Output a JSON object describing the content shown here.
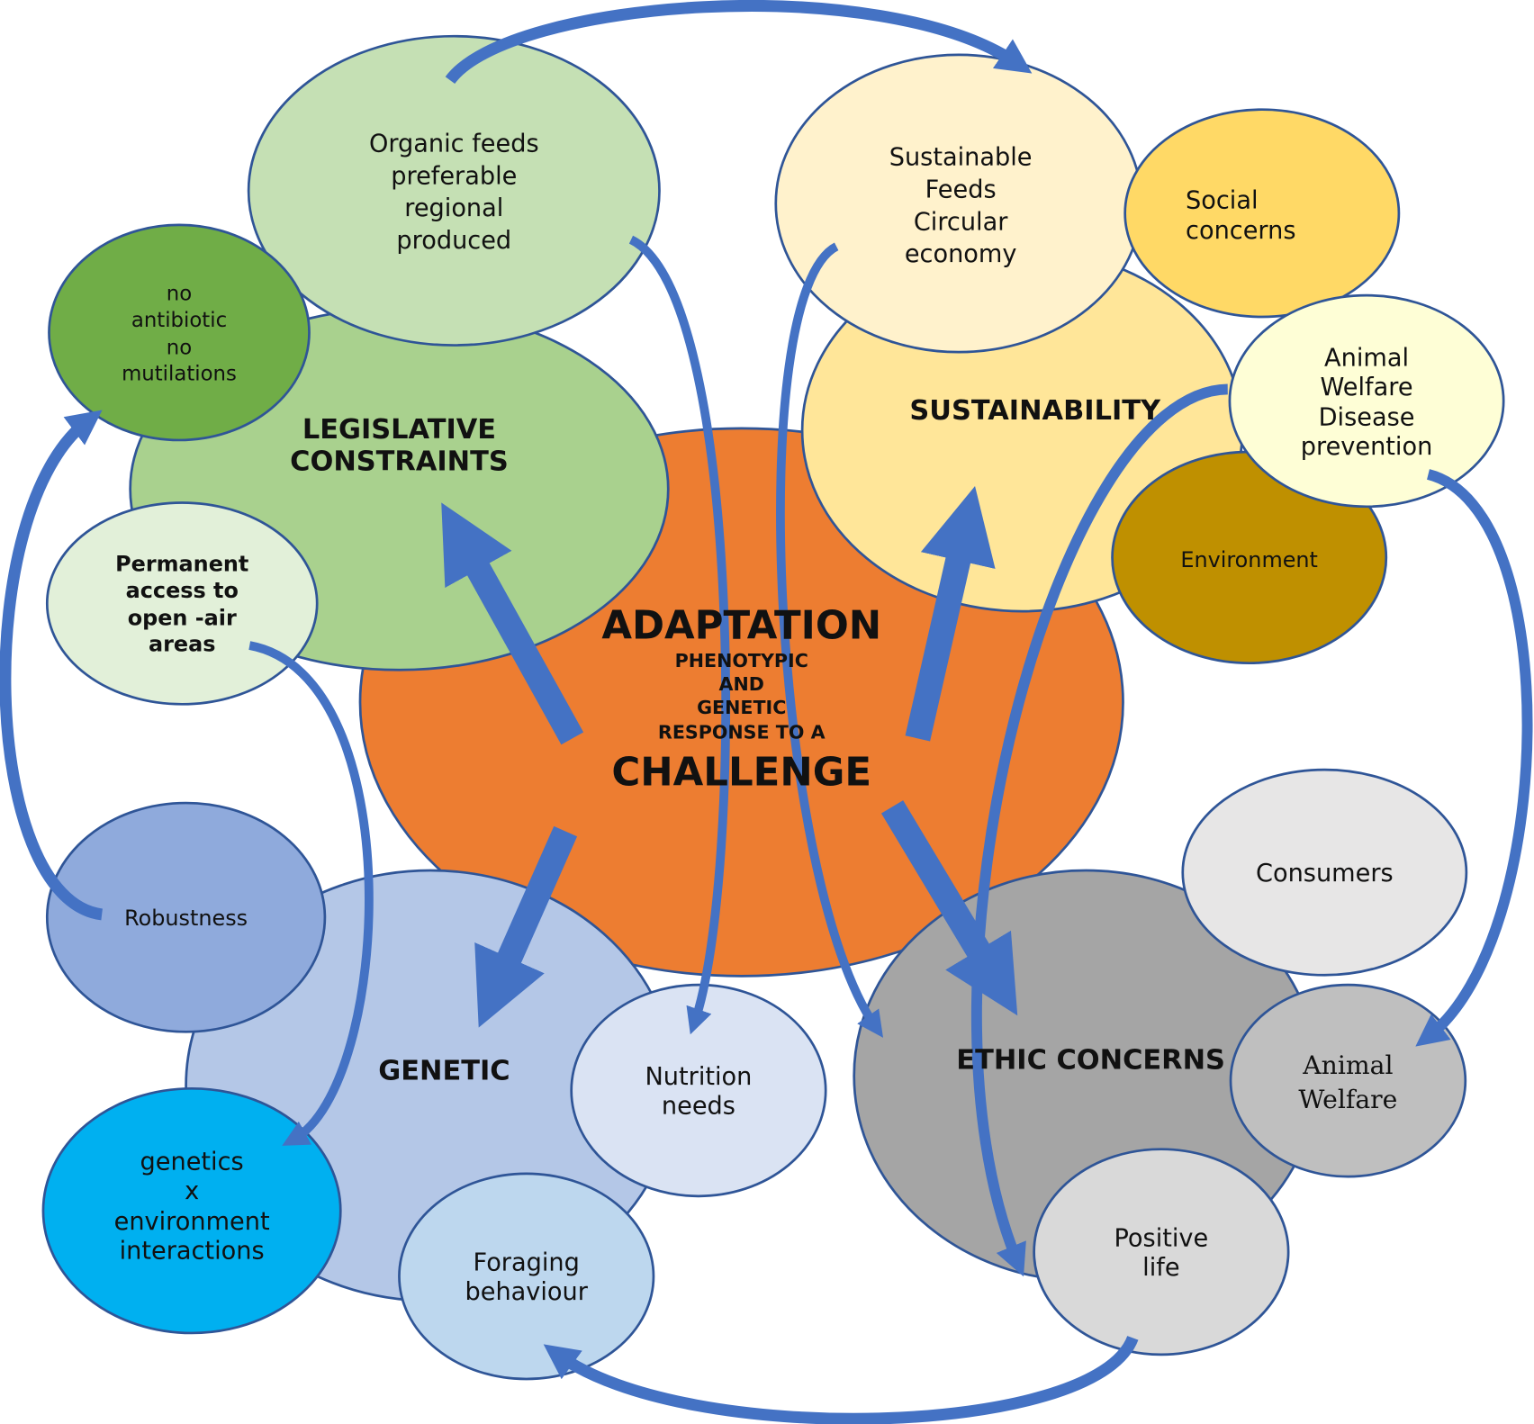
{
  "colors": {
    "arrow": "#4472c4",
    "outline": "#2f5597",
    "center": "#ed7d31",
    "legislative": "#a9d18e",
    "sustainability": "#ffe699",
    "genetic": "#b4c7e7",
    "ethic": "#a5a5a5"
  },
  "center": {
    "title": "ADAPTATION",
    "sub": [
      "PHENOTYPIC",
      "AND",
      "GENETIC",
      "RESPONSE TO A"
    ],
    "bottom": "CHALLENGE"
  },
  "legislative": {
    "title": [
      "LEGISLATIVE",
      "CONSTRAINTS"
    ],
    "organic": [
      "Organic feeds",
      "preferable",
      "regional",
      "produced"
    ],
    "antibiotic": [
      "no",
      "antibiotic",
      "no",
      "mutilations"
    ],
    "openair": [
      "Permanent",
      "access to",
      "open -air",
      "areas"
    ]
  },
  "sustainability": {
    "title": "SUSTAINABILITY",
    "feeds": [
      "Sustainable",
      "Feeds",
      "Circular",
      "economy"
    ],
    "social": [
      "Social",
      "concerns"
    ],
    "environment": "Environment",
    "welfare": [
      "Animal",
      "Welfare",
      "Disease",
      "prevention"
    ]
  },
  "genetic": {
    "title": "GENETIC",
    "robustness": "Robustness",
    "gxe": [
      "genetics",
      "x",
      "environment",
      "interactions"
    ],
    "nutrition": [
      "Nutrition",
      "needs"
    ],
    "foraging": [
      "Foraging",
      "behaviour"
    ]
  },
  "ethic": {
    "title": "ETHIC CONCERNS",
    "consumers": "Consumers",
    "welfare": [
      "Animal",
      "Welfare"
    ],
    "positive": [
      "Positive",
      "life"
    ]
  }
}
